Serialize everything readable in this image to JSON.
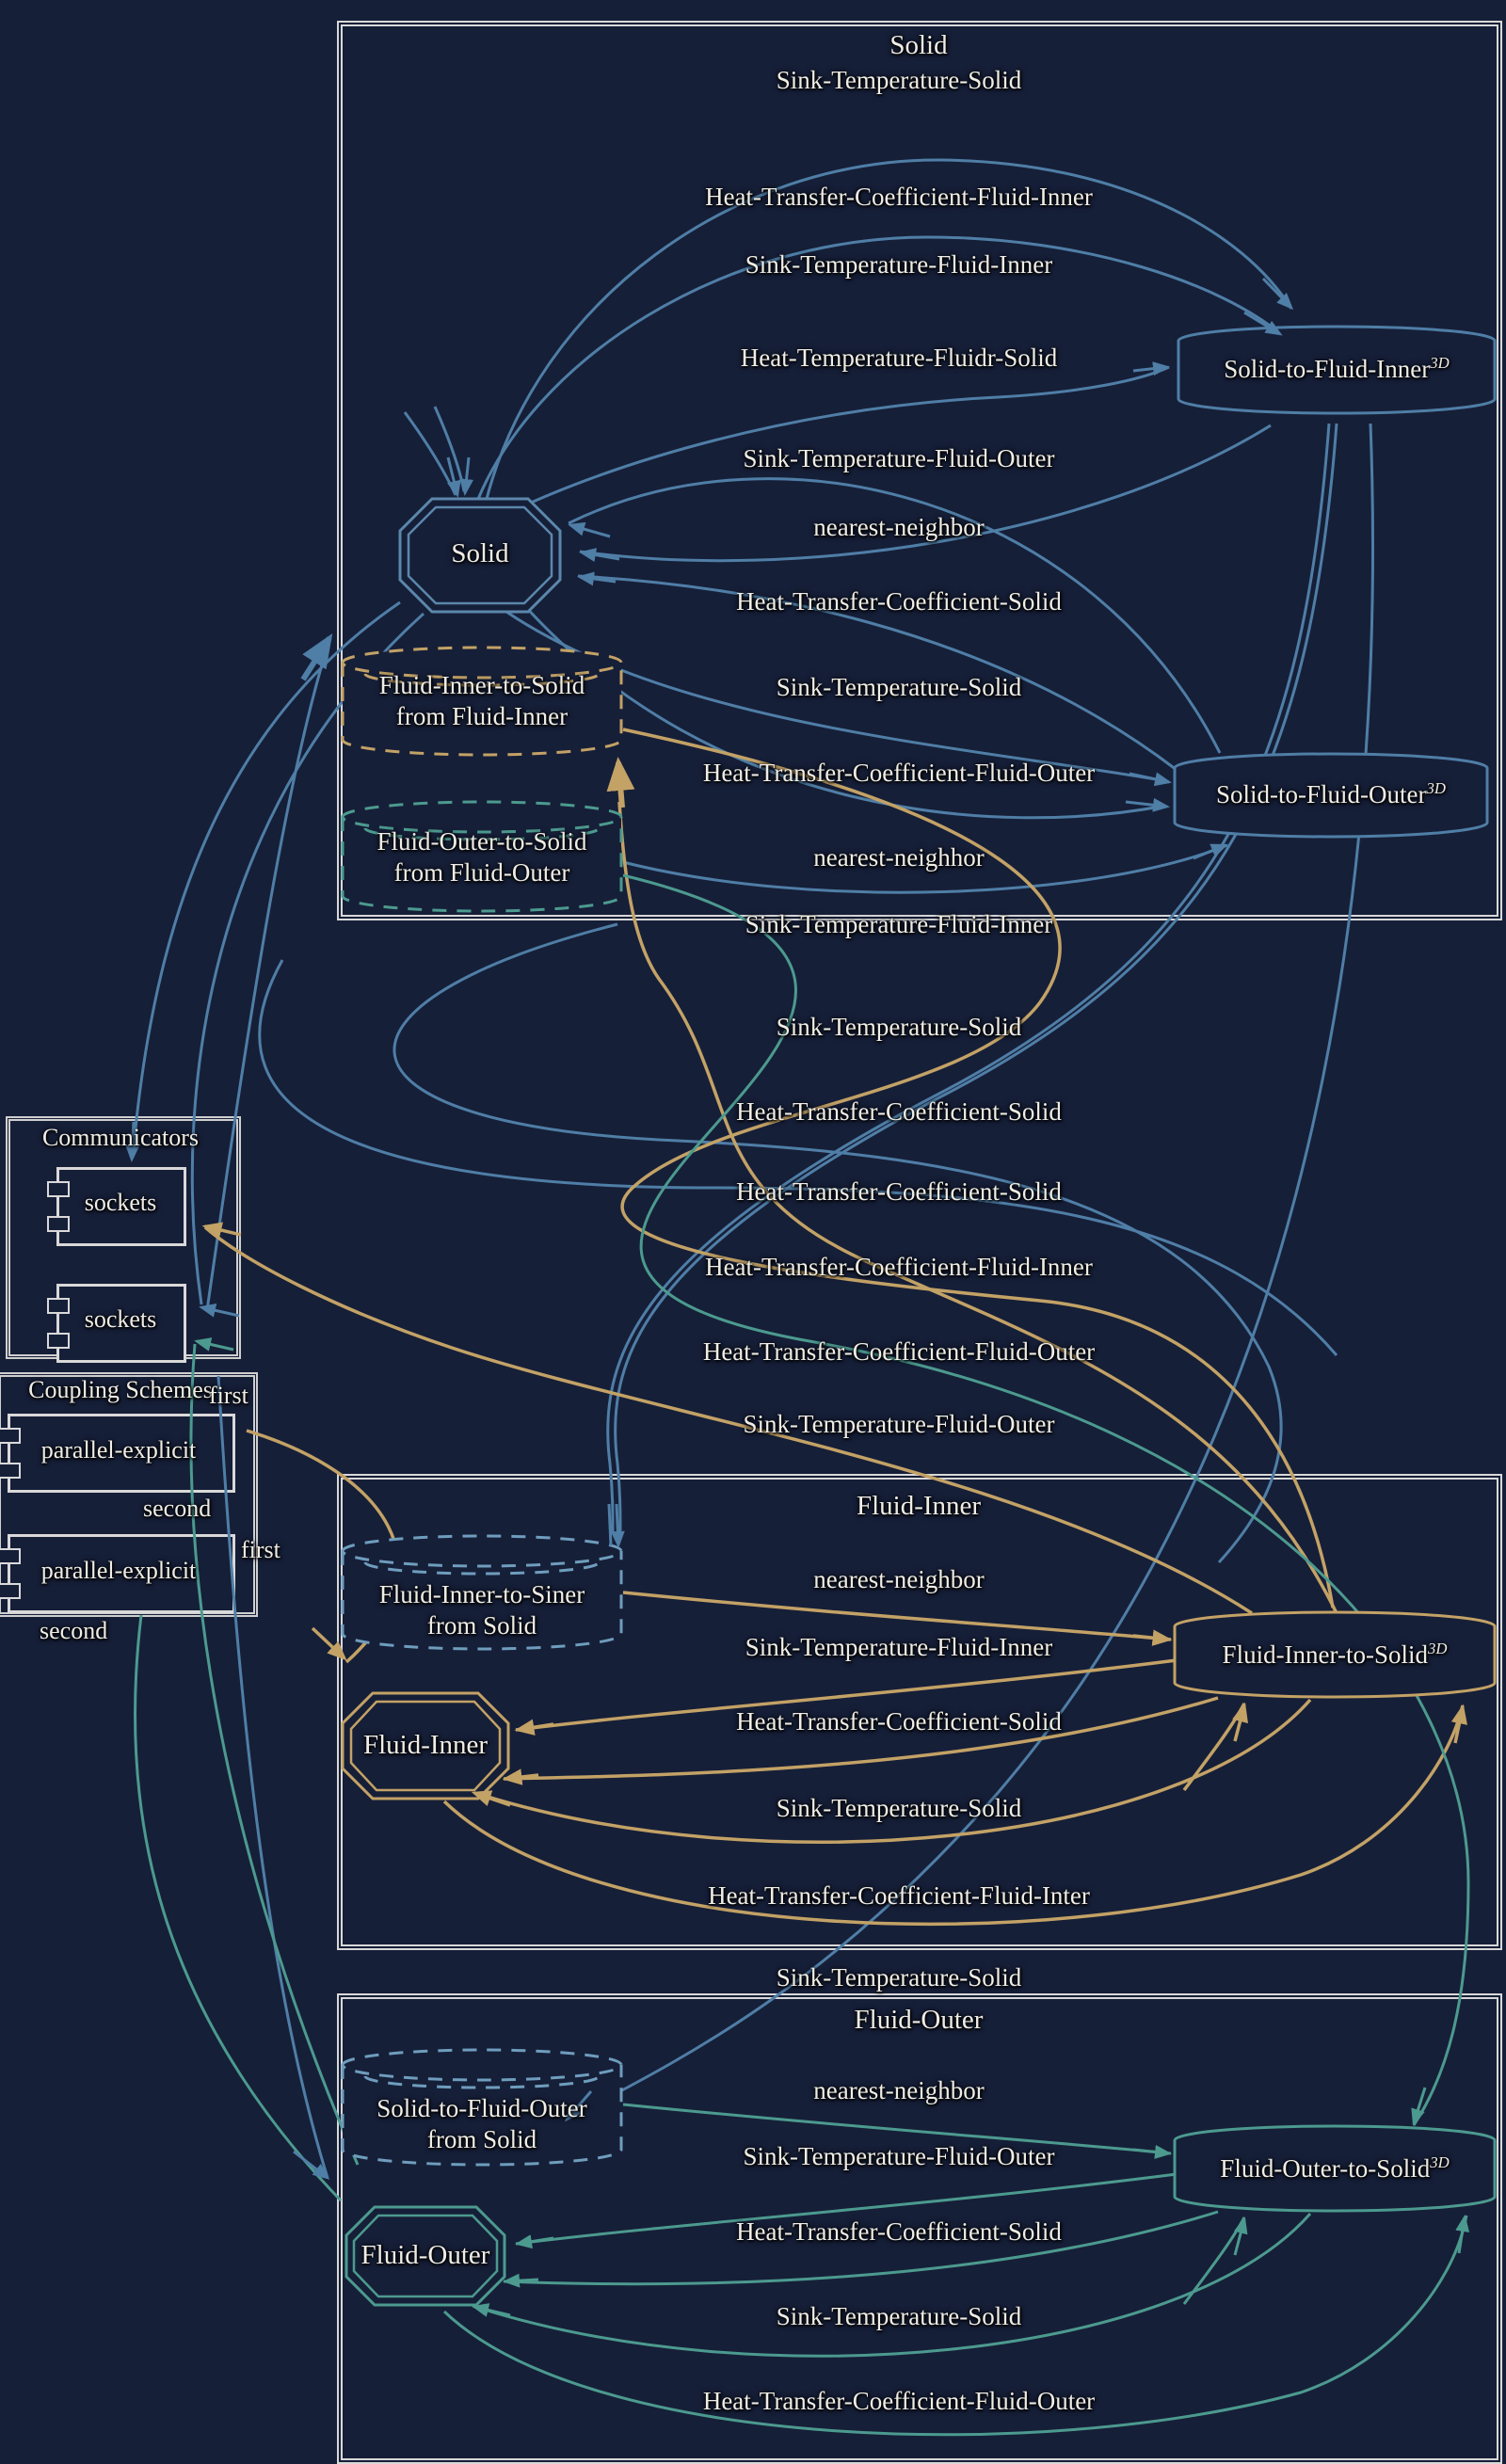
{
  "colors": {
    "background": "#161f38",
    "box_border": "#d8d8d8",
    "blue": "#4f7ea6",
    "light_blue_dash": "#6f9dbd",
    "gold": "#c3a266",
    "teal": "#4c9a8f",
    "text": "#efede6"
  },
  "boxes": {
    "solid": {
      "title": "Solid",
      "subtitle": "Sink-Temperature-Solid"
    },
    "fluid_inner": {
      "title": "Fluid-Inner"
    },
    "fluid_outer": {
      "title": "Fluid-Outer"
    }
  },
  "nodes": {
    "solid": "Solid",
    "fluid_inner": "Fluid-Inner",
    "fluid_outer": "Fluid-Outer"
  },
  "cylinders": {
    "solid_to_fluid_inner": {
      "label": "Solid-to-Fluid-Inner",
      "sup": "3D"
    },
    "solid_to_fluid_outer": {
      "label": "Solid-to-Fluid-Outer",
      "sup": "3D"
    },
    "fluid_inner_to_solid": {
      "label": "Fluid-Inner-to-Solid",
      "sup": "3D"
    },
    "fluid_outer_to_solid": {
      "label": "Fluid-Outer-to-Solid",
      "sup": "3D"
    }
  },
  "dashed_nodes": {
    "fi_to_solid_from_fi": {
      "line1": "Fluid-Inner-to-Solid",
      "line2": "from Fluid-Inner"
    },
    "fo_to_solid_from_fo": {
      "line1": "Fluid-Outer-to-Solid",
      "line2": "from Fluid-Outer"
    },
    "fi_to_siner_from_solid": {
      "line1": "Fluid-Inner-to-Siner",
      "line2": "from Solid"
    },
    "solid_to_fo_from_solid": {
      "line1": "Solid-to-Fluid-Outer",
      "line2": "from Solid"
    }
  },
  "edge_labels": {
    "solid_box": [
      "Heat-Transfer-Coefficient-Fluid-Inner",
      "Sink-Temperature-Fluid-Inner",
      "Heat-Temperature-Fluidr-Solid",
      "Sink-Temperature-Fluid-Outer",
      "nearest-neighbor",
      "Heat-Transfer-Coefficient-Solid",
      "Sink-Temperature-Solid",
      "Heat-Transfer-Coefficient-Fluid-Outer",
      "nearest-neighhor"
    ],
    "middle": [
      "Sink-Temperature-Fluid-Inner",
      "Sink-Temperature-Solid",
      "Heat-Transfer-Coefficient-Solid",
      "Heat-Transfer-Coefficient-Solid",
      "Heat-Transfer-Coefficient-Fluid-Inner",
      "Heat-Transfer-Coefficient-Fluid-Outer",
      "Sink-Temperature-Fluid-Outer"
    ],
    "fluid_inner_box": [
      "nearest-neighbor",
      "Sink-Temperature-Fluid-Inner",
      "Heat-Transfer-Coefficient-Solid",
      "Sink-Temperature-Solid",
      "Heat-Transfer-Coefficient-Fluid-Inter"
    ],
    "between": "Sink-Temperature-Solid",
    "fluid_outer_box": [
      "nearest-neighbor",
      "Sink-Temperature-Fluid-Outer",
      "Heat-Transfer-Coefficient-Solid",
      "Sink-Temperature-Solid",
      "Heat-Transfer-Coefficient-Fluid-Outer"
    ]
  },
  "communicators": {
    "title": "Communicators",
    "sockets": [
      "sockets",
      "sockets"
    ]
  },
  "coupling_schemes": {
    "title": "Coupling Schemes",
    "schemes": [
      "parallel-explicit",
      "parallel-explicit"
    ],
    "order_labels": {
      "first_top": "first",
      "second_top": "second",
      "first_bottom": "first",
      "second_bottom": "second"
    }
  }
}
